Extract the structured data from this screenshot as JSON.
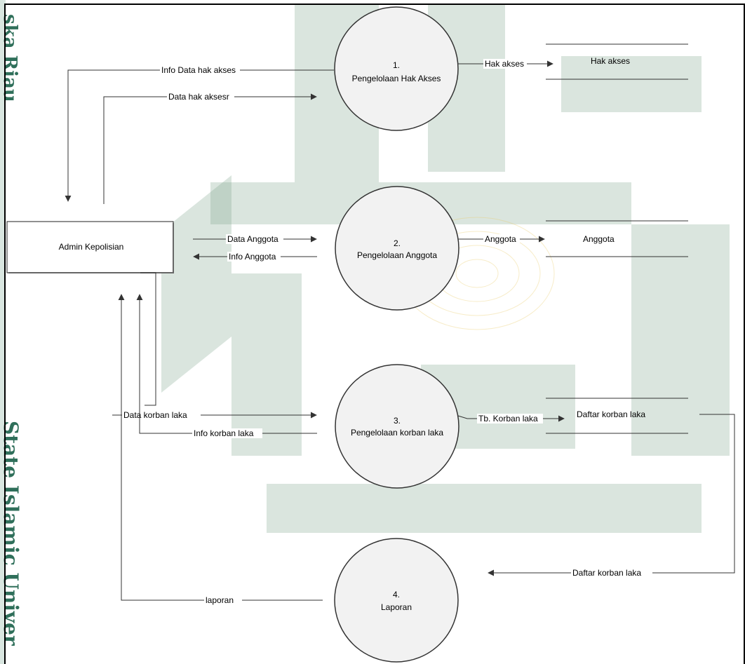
{
  "side_text": {
    "top": "ska Riau",
    "bottom": "State Islamic Univer"
  },
  "entity": {
    "label": "Admin Kepolisian"
  },
  "processes": [
    {
      "number": "1.",
      "name": "Pengelolaan Hak Akses"
    },
    {
      "number": "2.",
      "name": "Pengelolaan Anggota"
    },
    {
      "number": "3.",
      "name": "Pengelolaan korban laka"
    },
    {
      "number": "4.",
      "name": "Laporan"
    }
  ],
  "datastores": [
    {
      "name": "Hak akses"
    },
    {
      "name": "Anggota"
    },
    {
      "name": "Daftar korban laka"
    }
  ],
  "flows": {
    "info_data_hak_akses": "Info Data hak akses",
    "data_hak_aksesr": "Data hak aksesr",
    "hak_akses": "Hak akses",
    "data_anggota": "Data Anggota",
    "info_anggota": "Info Anggota",
    "anggota": "Anggota",
    "data_korban_laka": "Data korban laka",
    "info_korban_laka": "Info korban laka",
    "tb_korban_laka": "Tb. Korban laka",
    "daftar_korban_laka": "Daftar korban laka",
    "laporan": "laporan"
  }
}
